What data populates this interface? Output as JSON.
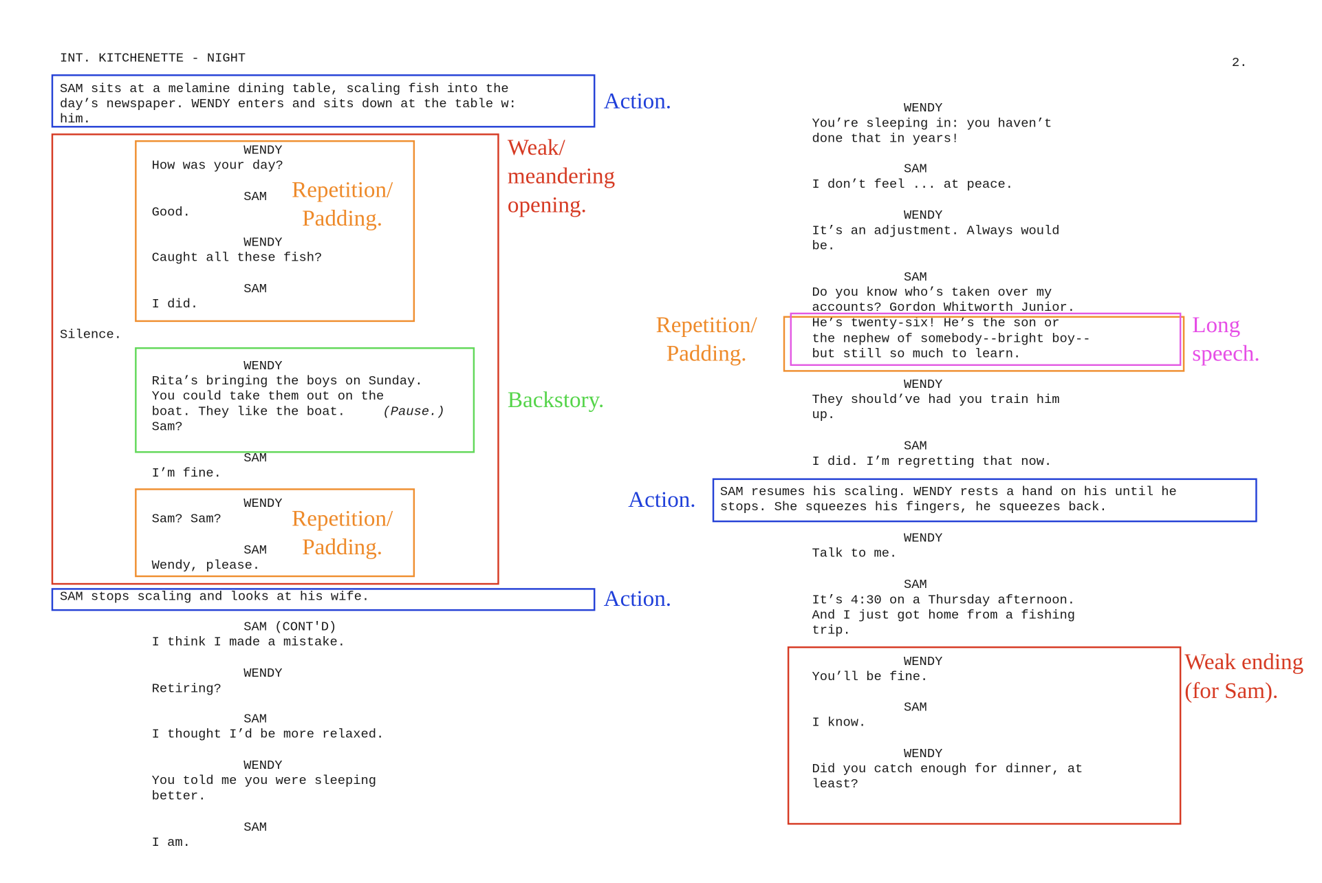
{
  "page": {
    "slug_line": "INT. KITCHENETTE - NIGHT",
    "page_number": "2."
  },
  "left_column": {
    "action_1": "SAM sits at a melamine dining table, scaling fish into the\nday’s newspaper. WENDY enters and sits down at the table w:\nhim.",
    "cue_1": "WENDY",
    "line_1": "How was your day?",
    "cue_2": "SAM",
    "line_2": "Good.",
    "cue_3": "WENDY",
    "line_3": "Caught all these fish?",
    "cue_4": "SAM",
    "line_4": "I did.",
    "action_2": "Silence.",
    "cue_5": "WENDY",
    "line_5": "Rita’s bringing the boys on Sunday.\nYou could take them out on the\nboat. They like the boat.",
    "line_5_paren": "(Pause.)",
    "line_5_end": "Sam?",
    "cue_6": "SAM",
    "line_6": "I’m fine.",
    "cue_7": "WENDY",
    "line_7": "Sam? Sam?",
    "cue_8": "SAM",
    "line_8": "Wendy, please.",
    "action_3": "SAM stops scaling and looks at his wife.",
    "cue_9": "SAM (CONT'D)",
    "line_9": "I think I made a mistake.",
    "cue_10": "WENDY",
    "line_10": "Retiring?",
    "cue_11": "SAM",
    "line_11": "I thought I’d be more relaxed.",
    "cue_12": "WENDY",
    "line_12": "You told me you were sleeping\nbetter.",
    "cue_13": "SAM",
    "line_13": "I am."
  },
  "right_column": {
    "cue_1": "WENDY",
    "line_1": "You’re sleeping in: you haven’t\ndone that in years!",
    "cue_2": "SAM",
    "line_2": "I don’t feel ... at peace.",
    "cue_3": "WENDY",
    "line_3": "It’s an adjustment. Always would\nbe.",
    "cue_4": "SAM",
    "line_4": "Do you know who’s taken over my\naccounts? Gordon Whitworth Junior.\nHe’s twenty-six! He’s the son or\nthe nephew of somebody--bright boy--\nbut still so much to learn.",
    "cue_5": "WENDY",
    "line_5": "They should’ve had you train him\nup.",
    "cue_6": "SAM",
    "line_6": "I did. I’m regretting that now.",
    "action_1": "SAM resumes his scaling. WENDY rests a hand on his until he\nstops. She squeezes his fingers, he squeezes back.",
    "cue_7": "WENDY",
    "line_7": "Talk to me.",
    "cue_8": "SAM",
    "line_8": "It’s 4:30 on a Thursday afternoon.\nAnd I just got home from a fishing\ntrip.",
    "cue_9": "WENDY",
    "line_9": "You’ll be fine.",
    "cue_10": "SAM",
    "line_10": "I know.",
    "cue_11": "WENDY",
    "line_11": "Did you catch enough for dinner, at\nleast?"
  },
  "annotations": {
    "action": "Action.",
    "weak_opening": "Weak/\nmeandering\nopening.",
    "repetition": "Repetition/\nPadding.",
    "backstory": "Backstory.",
    "long_speech": "Long\nspeech.",
    "weak_ending": "Weak ending\n(for Sam)."
  },
  "colors": {
    "action": "#2441d6",
    "weak": "#d63a23",
    "repetition": "#ef8f30",
    "backstory": "#62d85a",
    "long_speech": "#e35ae3"
  }
}
